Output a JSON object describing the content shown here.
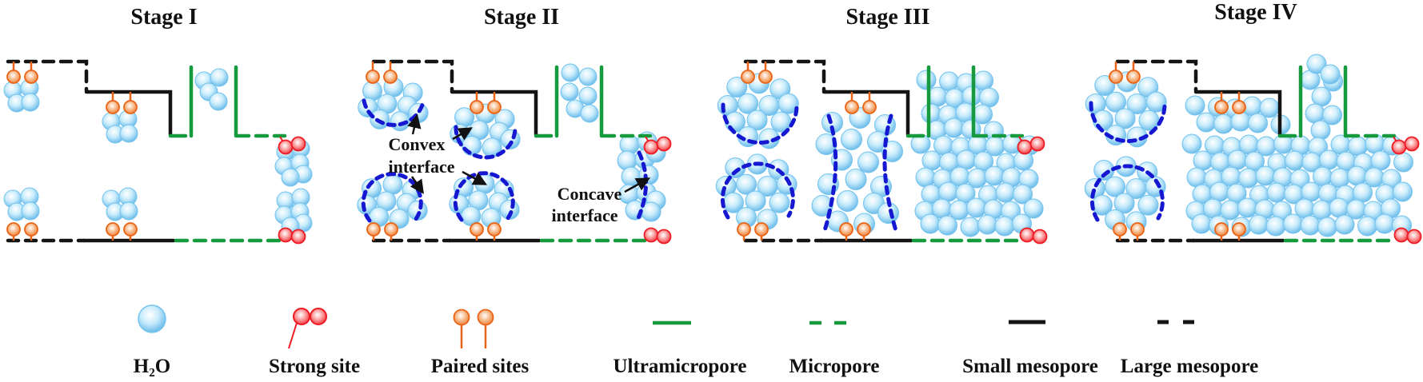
{
  "stages": [
    {
      "title": "Stage I"
    },
    {
      "title": "Stage II"
    },
    {
      "title": "Stage III"
    },
    {
      "title": "Stage IV"
    }
  ],
  "annotations": {
    "convex_label_line1": "Convex",
    "convex_label_line2": "interface",
    "concave_label_line1": "Concave",
    "concave_label_line2": "interface"
  },
  "legend": {
    "items": [
      {
        "name": "h2o",
        "label": "H₂O"
      },
      {
        "name": "strong-site",
        "label": "Strong site"
      },
      {
        "name": "paired-sites",
        "label": "Paired sites"
      },
      {
        "name": "ultramicropore",
        "label": "Ultramicropore"
      },
      {
        "name": "micropore",
        "label": "Micropore"
      },
      {
        "name": "small-mesopore",
        "label": "Small mesopore"
      },
      {
        "name": "large-mesopore",
        "label": "Large mesopore"
      }
    ]
  },
  "colors": {
    "water_blue": "#58b2e7",
    "water_edge": "#74c3ee",
    "site_orange": "#ee7226",
    "site_orange_edge": "#e96417",
    "site_red": "#f01825",
    "site_red_edge": "#ec1c24",
    "pore_green": "#169a3e",
    "line_black": "#141414",
    "interface_blue": "#1518d0"
  }
}
